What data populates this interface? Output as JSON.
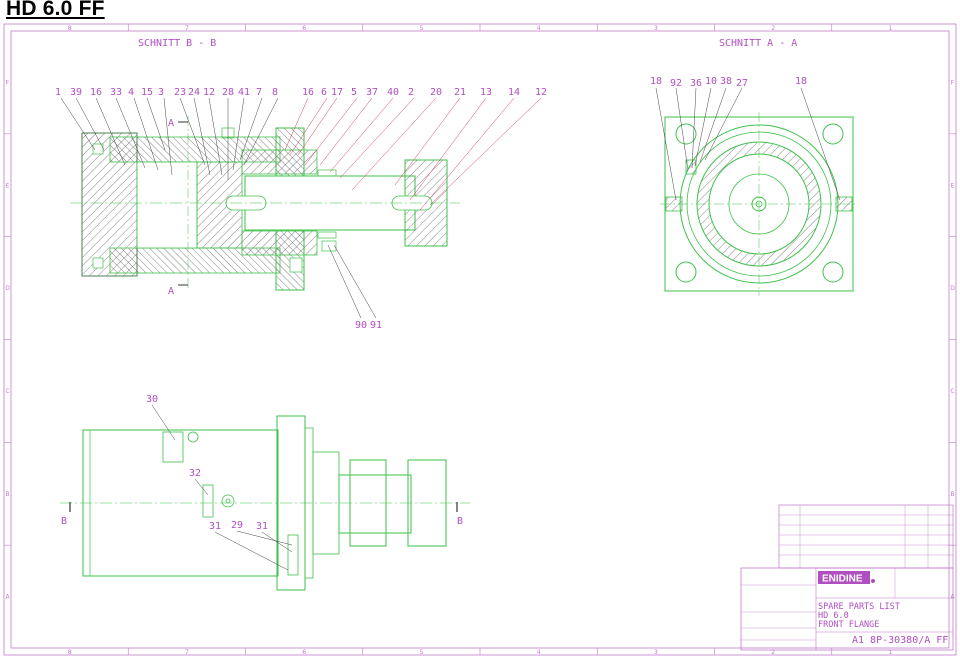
{
  "title": "HD 6.0 FF",
  "section_b": {
    "heading": "SCHNITT B - B",
    "callouts": [
      "1",
      "39",
      "16",
      "33",
      "4",
      "15",
      "3",
      "23",
      "24",
      "12",
      "28",
      "41",
      "7",
      "8",
      "16",
      "6",
      "17",
      "5",
      "37",
      "40",
      "2",
      "20",
      "21",
      "13",
      "14",
      "12"
    ],
    "bottom_callouts": [
      "90",
      "91"
    ],
    "cut_label": "A"
  },
  "section_a": {
    "heading": "SCHNITT A - A",
    "callouts": [
      "18",
      "92",
      "36",
      "10",
      "38",
      "27",
      "18"
    ]
  },
  "side_view": {
    "callouts": [
      "30",
      "32",
      "31",
      "29",
      "31"
    ],
    "cut_label": "B"
  },
  "frame": {
    "columns": [
      "8",
      "7",
      "6",
      "5",
      "4",
      "3",
      "2",
      "1"
    ],
    "rows": [
      "F",
      "E",
      "D",
      "C",
      "B",
      "A"
    ]
  },
  "title_block": {
    "brand": "ENIDINE",
    "doc_type": "SPARE PARTS LIST",
    "line2": "HD 6.0",
    "line3": "FRONT FLANGE",
    "drawing_number": "A1 8P-30380/A FF"
  },
  "colors": {
    "geometry": "#3ec24a",
    "annotation": "#b04fc0",
    "frame": "#c07ac8",
    "hatch": "#555555",
    "leader": "#d04060"
  }
}
